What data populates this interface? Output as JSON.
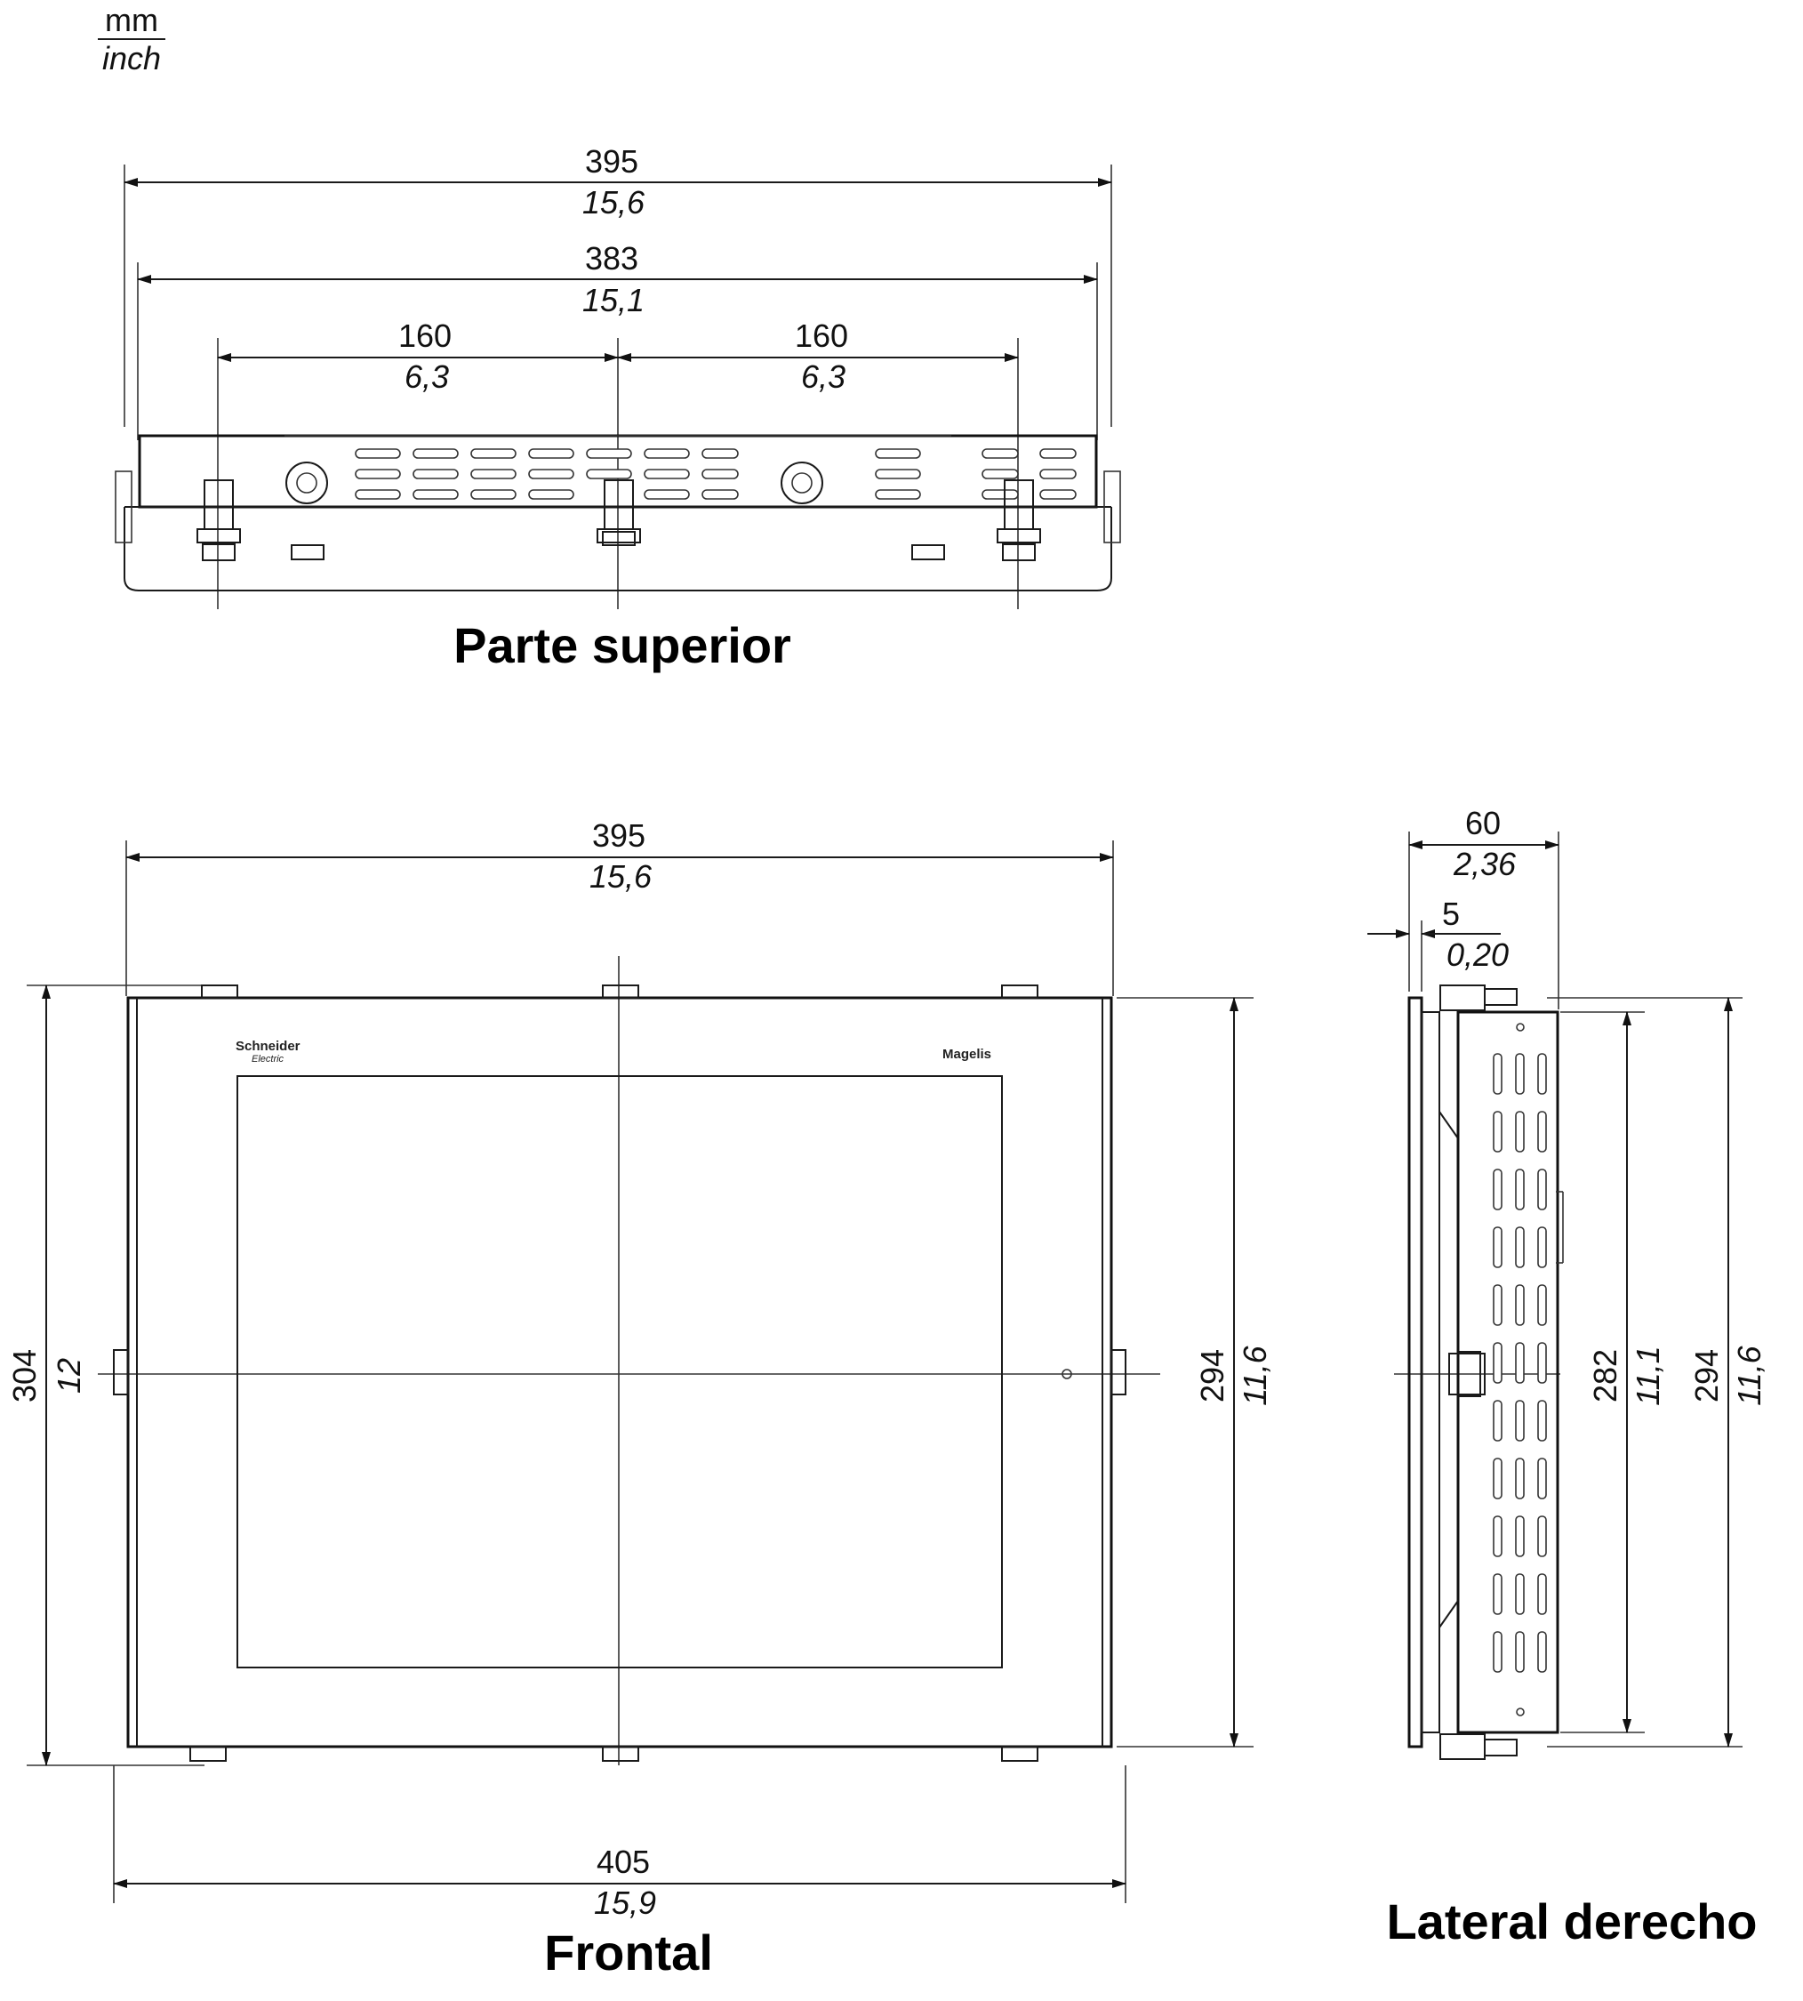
{
  "units": {
    "primary": "mm",
    "secondary": "inch"
  },
  "views": {
    "top": {
      "title": "Parte superior",
      "overall_width": {
        "mm": "395",
        "inch": "15,6"
      },
      "inner_width": {
        "mm": "383",
        "inch": "15,1"
      },
      "left_clip_spacing": {
        "mm": "160",
        "inch": "6,3"
      },
      "right_clip_spacing": {
        "mm": "160",
        "inch": "6,3"
      }
    },
    "front": {
      "title": "Frontal",
      "width": {
        "mm": "395",
        "inch": "15,6"
      },
      "bottom_width": {
        "mm": "405",
        "inch": "15,9"
      },
      "left_height": {
        "mm": "304",
        "inch": "12"
      },
      "right_height": {
        "mm": "294",
        "inch": "11,6"
      },
      "brand_left": "Schneider",
      "brand_left_sub": "Electric",
      "brand_right": "Magelis"
    },
    "side": {
      "title": "Lateral derecho",
      "depth": {
        "mm": "60",
        "inch": "2,36"
      },
      "bezel_depth": {
        "mm": "5",
        "inch": "0,20"
      },
      "inner_height": {
        "mm": "282",
        "inch": "11,1"
      },
      "outer_height": {
        "mm": "294",
        "inch": "11,6"
      }
    }
  }
}
